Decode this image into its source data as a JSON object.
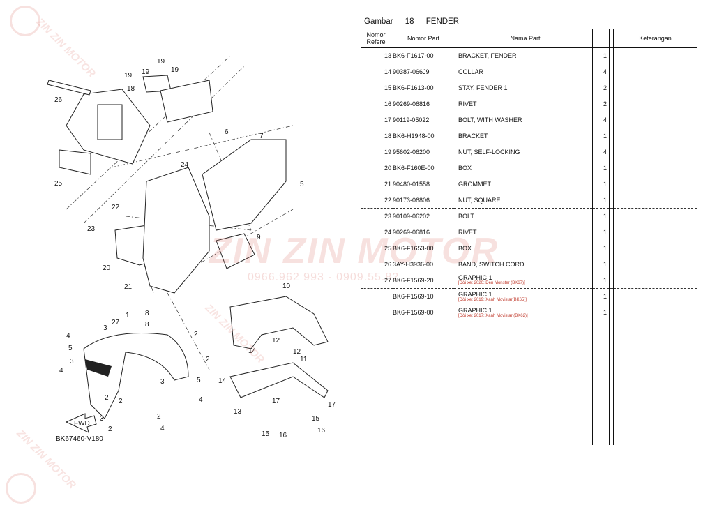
{
  "header": {
    "label": "Gambar",
    "number": "18",
    "title": "FENDER"
  },
  "columns": {
    "ref": "Nomor Refere",
    "part_no": "Nomor Part",
    "name": "Nama Part",
    "remarks": "Keterangan"
  },
  "rows": [
    {
      "ref": "13",
      "part_no": "BK6-F1617-00",
      "name": "BRACKET, FENDER",
      "qty": "1",
      "note": "",
      "sep_before": false
    },
    {
      "ref": "14",
      "part_no": "90387-066J9",
      "name": "COLLAR",
      "qty": "4",
      "note": "",
      "sep_before": false
    },
    {
      "ref": "15",
      "part_no": "BK6-F1613-00",
      "name": "STAY, FENDER 1",
      "qty": "2",
      "note": "",
      "sep_before": false
    },
    {
      "ref": "16",
      "part_no": "90269-06816",
      "name": "RIVET",
      "qty": "2",
      "note": "",
      "sep_before": false
    },
    {
      "ref": "17",
      "part_no": "90119-05022",
      "name": "BOLT, WITH WASHER",
      "qty": "4",
      "note": "",
      "sep_before": false
    },
    {
      "ref": "18",
      "part_no": "BK6-H1948-00",
      "name": "BRACKET",
      "qty": "1",
      "note": "",
      "sep_before": true
    },
    {
      "ref": "19",
      "part_no": "95602-06200",
      "name": "NUT, SELF-LOCKING",
      "qty": "4",
      "note": "",
      "sep_before": false
    },
    {
      "ref": "20",
      "part_no": "BK6-F160E-00",
      "name": "BOX",
      "qty": "1",
      "note": "",
      "sep_before": false
    },
    {
      "ref": "21",
      "part_no": "90480-01558",
      "name": "GROMMET",
      "qty": "1",
      "note": "",
      "sep_before": false
    },
    {
      "ref": "22",
      "part_no": "90173-06806",
      "name": "NUT, SQUARE",
      "qty": "1",
      "note": "",
      "sep_before": false
    },
    {
      "ref": "23",
      "part_no": "90109-06202",
      "name": "BOLT",
      "qty": "1",
      "note": "",
      "sep_before": true
    },
    {
      "ref": "24",
      "part_no": "90269-06816",
      "name": "RIVET",
      "qty": "1",
      "note": "",
      "sep_before": false
    },
    {
      "ref": "25",
      "part_no": "BK6-F1653-00",
      "name": "BOX",
      "qty": "1",
      "note": "",
      "sep_before": false
    },
    {
      "ref": "26",
      "part_no": "3AY-H3936-00",
      "name": "BAND, SWITCH CORD",
      "qty": "1",
      "note": "",
      "sep_before": false
    },
    {
      "ref": "27",
      "part_no": "BK6-F1569-20",
      "name": "GRAPHIC 1",
      "qty": "1",
      "note": "[Đời xe: 2020: Đen Monster (BK67)]",
      "sep_before": false
    },
    {
      "ref": "",
      "part_no": "BK6-F1569-10",
      "name": "GRAPHIC 1",
      "qty": "1",
      "note": "[Đời xe: 2019: Xanh Movistar(BK65)]",
      "sep_before": true
    },
    {
      "ref": "",
      "part_no": "BK6-F1569-00",
      "name": "GRAPHIC 1",
      "qty": "1",
      "note": "[Đời xe: 2017: Xanh Movistar (BK62)]",
      "sep_before": false
    }
  ],
  "diagram": {
    "code": "BK67460-V180",
    "fwd_label": "FWD",
    "callouts": [
      "26",
      "19",
      "19",
      "19",
      "19",
      "18",
      "25",
      "6",
      "7",
      "5",
      "24",
      "22",
      "23",
      "20",
      "21",
      "9",
      "8",
      "8",
      "1",
      "10",
      "27",
      "3",
      "4",
      "5",
      "4",
      "3",
      "2",
      "2",
      "2",
      "2",
      "3",
      "4",
      "5",
      "2",
      "4",
      "3",
      "2",
      "14",
      "12",
      "12",
      "14",
      "13",
      "17",
      "11",
      "17",
      "16",
      "15",
      "15",
      "16"
    ]
  },
  "watermark": {
    "brand": "ZIN ZIN MOTOR",
    "phone": "0966.962 993 - 0909.55.82"
  },
  "colors": {
    "watermark": "#dc786e",
    "note": "#c0392b",
    "lines": "#111111"
  }
}
